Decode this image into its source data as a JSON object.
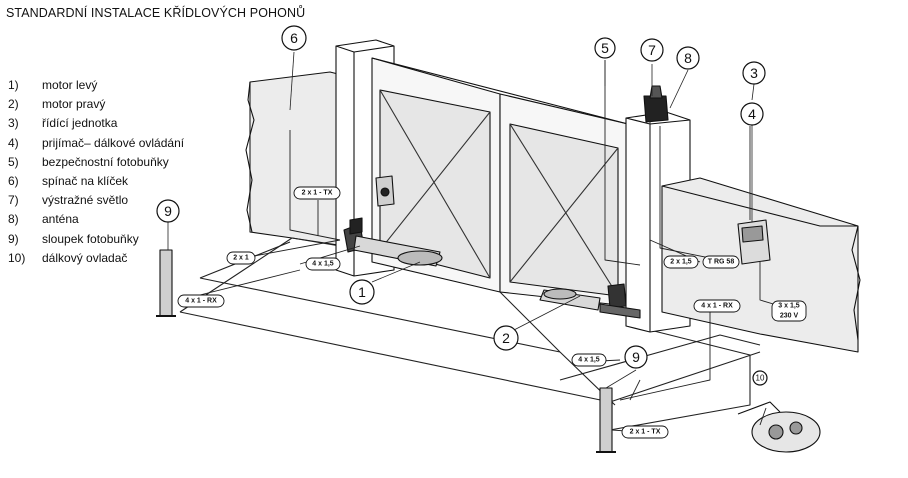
{
  "title": "STANDARDNÍ INSTALACE KŘÍDLOVÝCH POHONŮ",
  "legend": [
    {
      "num": "1)",
      "text": "motor levý"
    },
    {
      "num": "2)",
      "text": "motor pravý"
    },
    {
      "num": "3)",
      "text": "řídící jednotka"
    },
    {
      "num": "4)",
      "text": "prijímač– dálkové ovládání"
    },
    {
      "num": "5)",
      "text": "bezpečnostní fotobuňky"
    },
    {
      "num": "6)",
      "text": "spínač na klíček"
    },
    {
      "num": "7)",
      "text": "výstražné světlo"
    },
    {
      "num": "8)",
      "text": "anténa"
    },
    {
      "num": "9)",
      "text": "sloupek fotobuňky"
    },
    {
      "num": "10)",
      "text": "dálkový ovladač"
    }
  ],
  "callouts": {
    "c1": "1",
    "c2": "2",
    "c3": "3",
    "c4": "4",
    "c5": "5",
    "c6": "6",
    "c7": "7",
    "c8": "8",
    "c9a": "9",
    "c9b": "9",
    "c10": "10"
  },
  "cables": {
    "tx_top": "2 x 1 - TX",
    "left_2x1": "2 x 1",
    "left_4x15": "4 x 1,5",
    "rx_left": "4 x 1 - RX",
    "right_2x15": "2 x 1,5",
    "trg58": "T RG 58",
    "rx_right": "4 x 1 - RX",
    "power_a": "3 x 1,5",
    "power_b": "230 V",
    "mid_4x15": "4 x 1,5",
    "tx_bottom": "2 x 1 - TX"
  }
}
